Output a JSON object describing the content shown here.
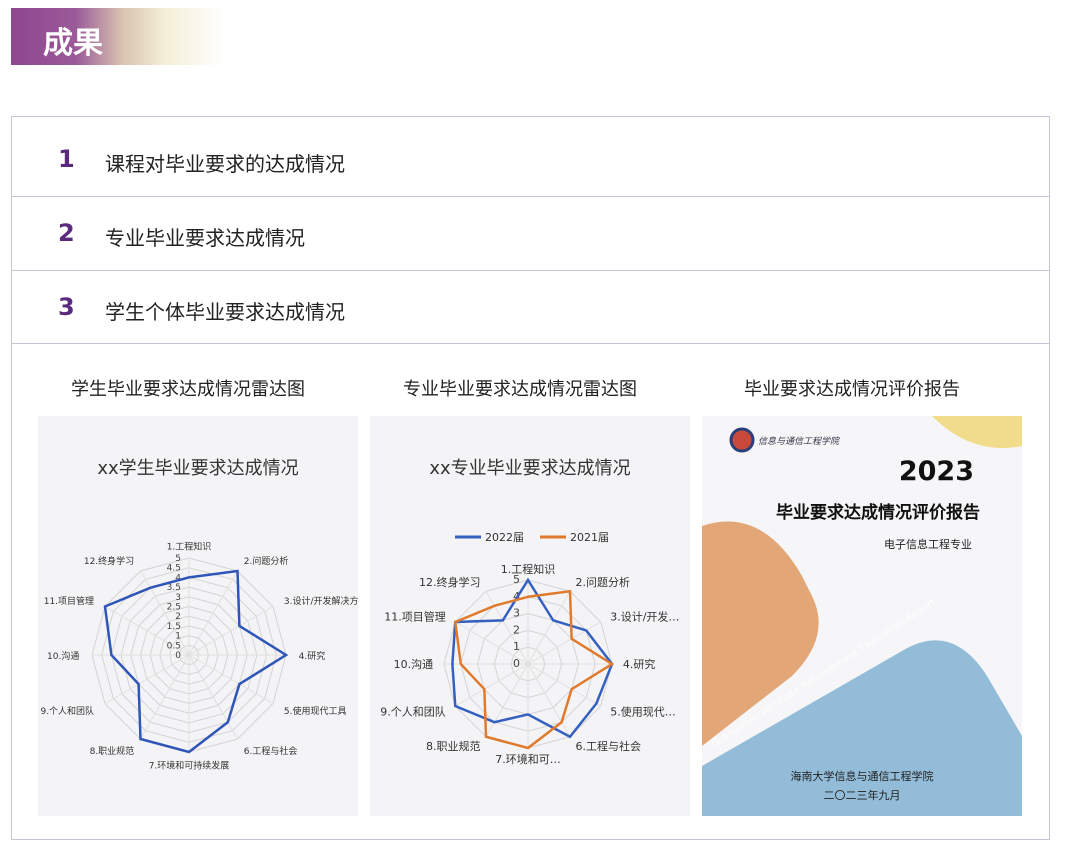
{
  "header": {
    "title": "成果"
  },
  "items": [
    {
      "num": "1",
      "label": "课程对毕业要求的达成情况"
    },
    {
      "num": "2",
      "label": "专业毕业要求达成情况"
    },
    {
      "num": "3",
      "label": "学生个体毕业要求达成情况"
    }
  ],
  "panels": {
    "student_caption": "学生毕业要求达成情况雷达图",
    "major_caption": "专业毕业要求达成情况雷达图",
    "report_caption": "毕业要求达成情况评价报告"
  },
  "chart_data": [
    {
      "type": "radar",
      "title": "xx学生毕业要求达成情况",
      "categories": [
        "1.工程知识",
        "2.问题分析",
        "3.设计/开发解决方案",
        "4.研究",
        "5.使用现代工具",
        "6.工程与社会",
        "7.环境和可持续发展",
        "8.职业规范",
        "9.个人和团队",
        "10.沟通",
        "11.项目管理",
        "12.终身学习"
      ],
      "ticks": [
        "0",
        "0.5",
        "1",
        "1.5",
        "2",
        "2.5",
        "3",
        "3.5",
        "4",
        "4.5",
        "5"
      ],
      "rlim": [
        0,
        5
      ],
      "series": [
        {
          "name": "xx学生",
          "color": "#2f55b8",
          "values": [
            4,
            5,
            3,
            5,
            3,
            4,
            5,
            5,
            3,
            4,
            5,
            4
          ]
        }
      ]
    },
    {
      "type": "radar",
      "title": "xx专业毕业要求达成情况",
      "categories": [
        "1.工程知识",
        "2.问题分析",
        "3.设计/开发…",
        "4.研究",
        "5.使用现代…",
        "6.工程与社会",
        "7.环境和可…",
        "8.职业规范",
        "9.个人和团队",
        "10.沟通",
        "11.项目管理",
        "12.终身学习"
      ],
      "ticks": [
        "0",
        "1",
        "2",
        "3",
        "4",
        "5"
      ],
      "rlim": [
        0,
        5
      ],
      "legend": "top",
      "series": [
        {
          "name": "2022届",
          "color": "#3560c0",
          "values": [
            5,
            3,
            4,
            5,
            4.7,
            5,
            3,
            4,
            5,
            4.5,
            5,
            3
          ]
        },
        {
          "name": "2021届",
          "color": "#e07a2c",
          "values": [
            4,
            5,
            3,
            5,
            3,
            4,
            5,
            5,
            3,
            4,
            5,
            4
          ]
        }
      ]
    }
  ],
  "report": {
    "logo_text": "信息与通信工程学院",
    "year": "2023",
    "title": "毕业要求达成情况评价报告",
    "major": "电子信息工程专业",
    "english": "Graduation Attribute Achievement Evaluation Report",
    "school": "海南大学信息与通信工程学院",
    "date": "二〇二三年九月"
  }
}
